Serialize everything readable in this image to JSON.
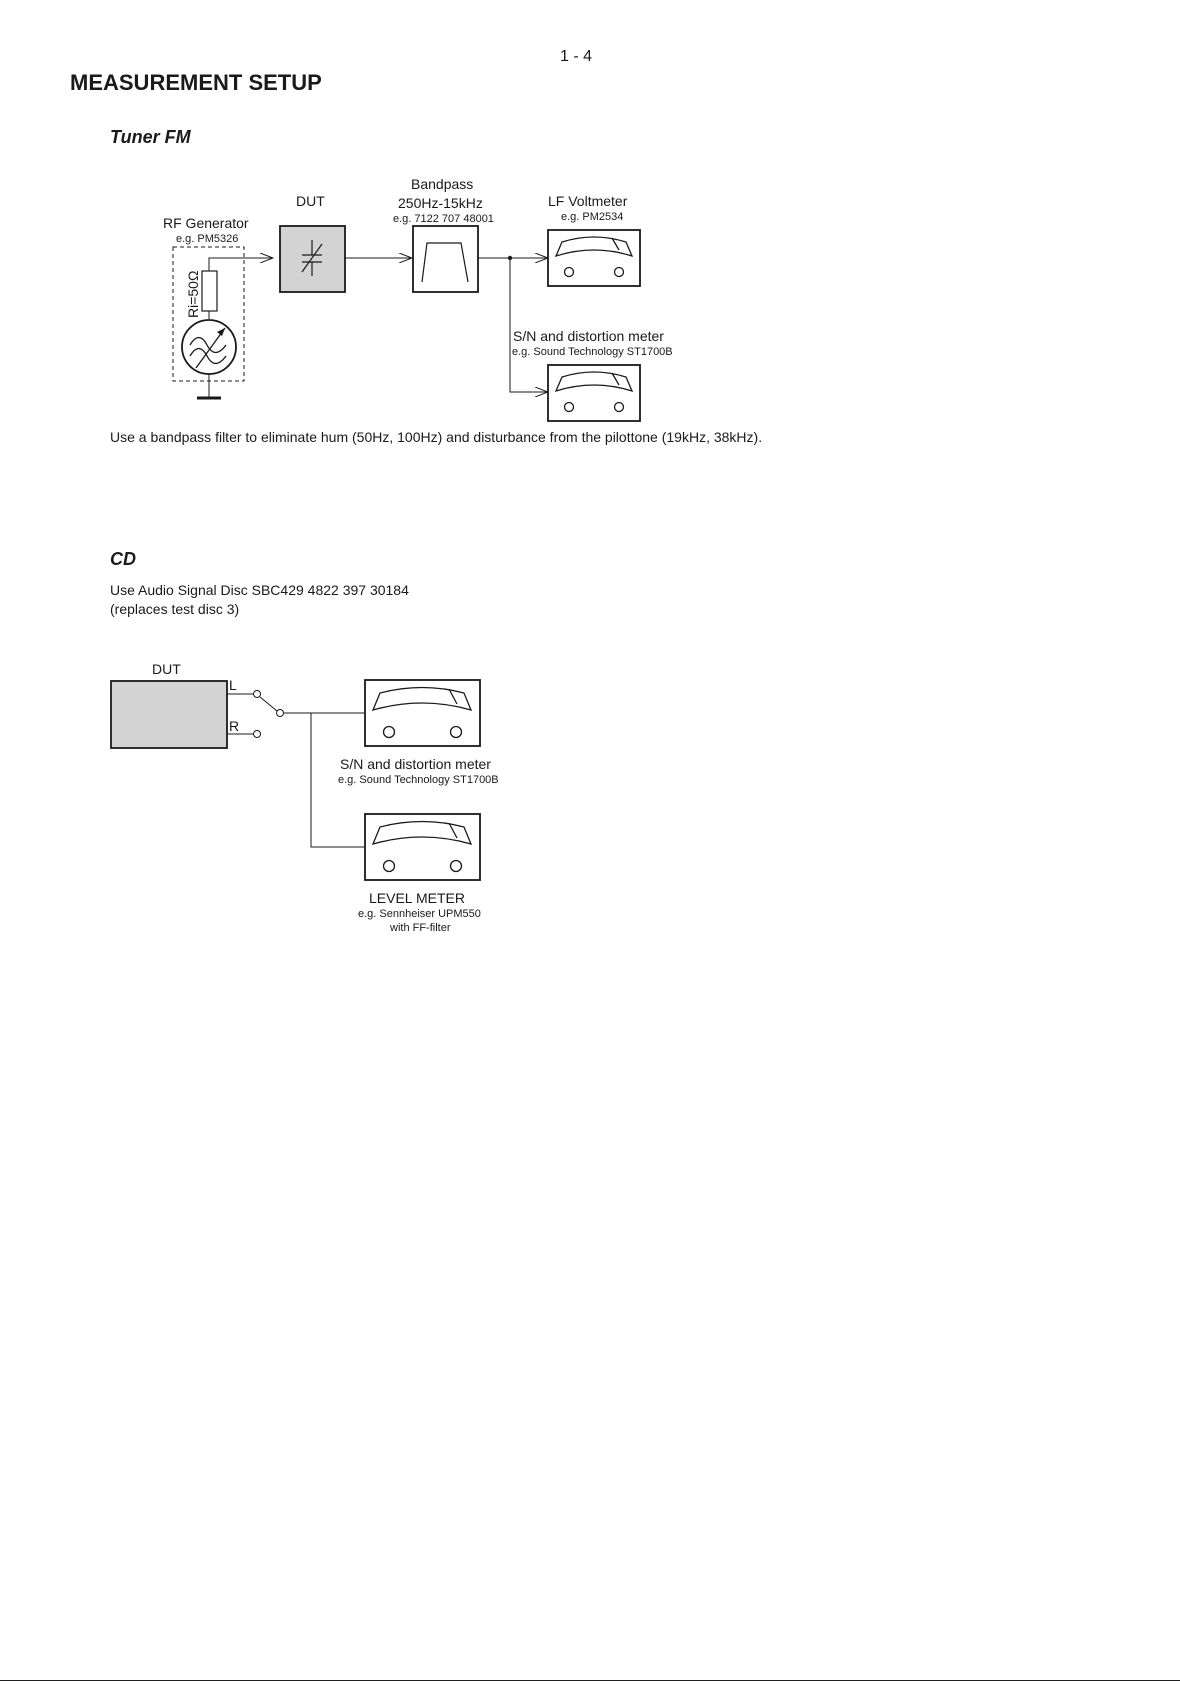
{
  "page_number": "1 - 4",
  "title": "MEASUREMENT SETUP",
  "tuner": {
    "heading": "Tuner FM",
    "rf_generator": {
      "label": "RF Generator",
      "example": "e.g. PM5326",
      "resistor": "Ri=50Ω"
    },
    "dut": {
      "label": "DUT"
    },
    "bandpass": {
      "label": "Bandpass",
      "range": "250Hz-15kHz",
      "example": "e.g. 7122 707 48001"
    },
    "lf_voltmeter": {
      "label": "LF Voltmeter",
      "example": "e.g. PM2534"
    },
    "sn_meter": {
      "label": "S/N and distortion meter",
      "example": "e.g. Sound Technology ST1700B"
    },
    "note": "Use a bandpass filter to eliminate hum (50Hz, 100Hz) and disturbance from the pilottone (19kHz, 38kHz)."
  },
  "cd": {
    "heading": "CD",
    "disc_line1": "Use Audio Signal Disc    SBC429  4822 397 30184",
    "disc_line2": "(replaces test disc 3)",
    "dut": {
      "label": "DUT",
      "left_channel": "L",
      "right_channel": "R"
    },
    "sn_meter": {
      "label": "S/N and distortion meter",
      "example": "e.g. Sound Technology ST1700B"
    },
    "level_meter": {
      "label": "LEVEL METER",
      "example": "e.g. Sennheiser UPM550",
      "example2": "with FF-filter"
    }
  }
}
